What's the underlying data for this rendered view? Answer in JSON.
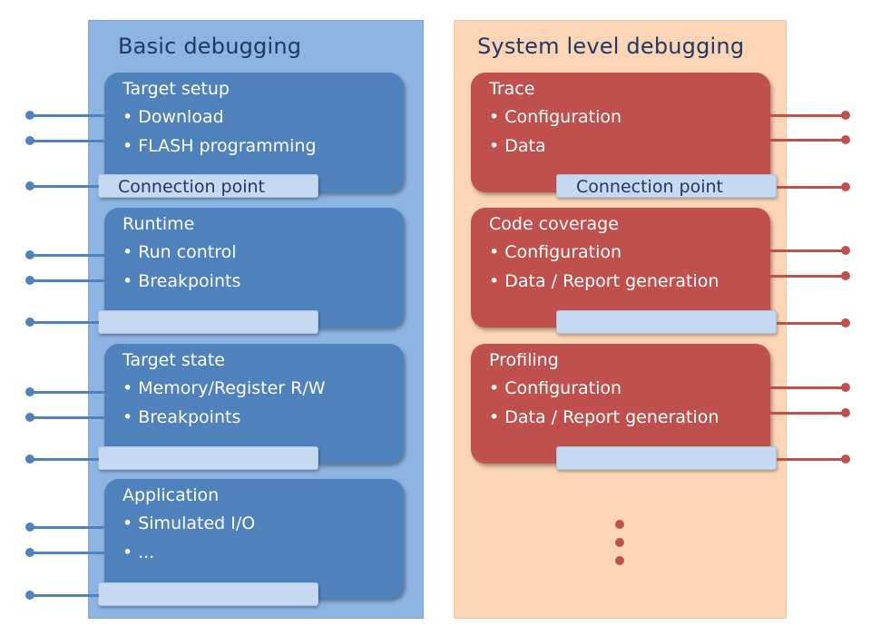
{
  "panels": {
    "left": {
      "title": "Basic debugging"
    },
    "right": {
      "title": "System level debugging"
    }
  },
  "left_boxes": [
    {
      "title": "Target setup",
      "items": [
        "Download",
        "FLASH programming"
      ],
      "connection": "Connection point"
    },
    {
      "title": "Runtime",
      "items": [
        "Run control",
        "Breakpoints"
      ],
      "connection": ""
    },
    {
      "title": "Target state",
      "items": [
        "Memory/Register R/W",
        "Breakpoints"
      ],
      "connection": ""
    },
    {
      "title": "Application",
      "items": [
        "Simulated I/O",
        "..."
      ],
      "connection": ""
    }
  ],
  "right_boxes": [
    {
      "title": "Trace",
      "items": [
        "Configuration",
        "Data"
      ],
      "connection": "Connection point"
    },
    {
      "title": "Code coverage",
      "items": [
        "Configuration",
        "Data / Report generation"
      ],
      "connection": ""
    },
    {
      "title": "Profiling",
      "items": [
        "Configuration",
        "Data / Report generation"
      ],
      "connection": ""
    }
  ],
  "bullet": "•",
  "colors": {
    "blue_box": "#4f81bd",
    "red_box": "#c0504d",
    "left_panel": "#8db4e2",
    "right_panel": "#fbd5b5",
    "connection_bar": "#c6d9f1",
    "title_text": "#1f3864"
  }
}
